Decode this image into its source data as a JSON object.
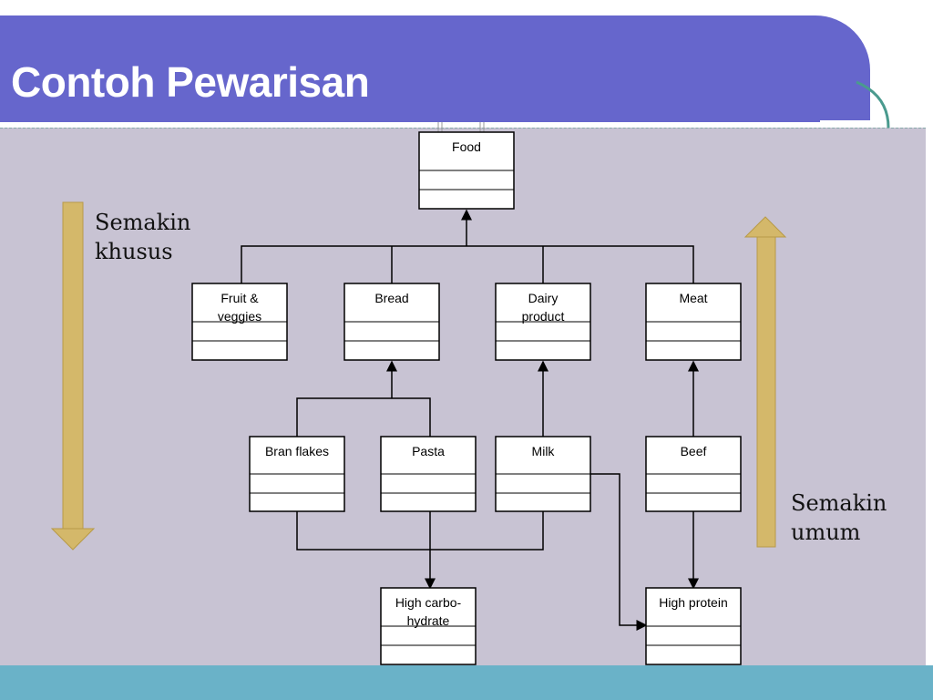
{
  "slide": {
    "title": "Contoh Pewarisan",
    "colors": {
      "title_bar": "#6666cc",
      "canvas": "#c8c3d3",
      "bottom_bar": "#6ab2c8",
      "arrow": "#d4b86a"
    }
  },
  "classes": {
    "food": "Food",
    "fruit": [
      "Fruit &",
      "veggies"
    ],
    "bread": "Bread",
    "dairy": [
      "Dairy",
      "product"
    ],
    "meat": "Meat",
    "bran": "Bran flakes",
    "pasta": "Pasta",
    "milk": "Milk",
    "beef": "Beef",
    "carb": [
      "High carbo-",
      "hydrate"
    ],
    "protein": "High protein"
  },
  "labels": {
    "specific": [
      "Semakin",
      "khusus"
    ],
    "general": [
      "Semakin",
      "umum"
    ]
  }
}
